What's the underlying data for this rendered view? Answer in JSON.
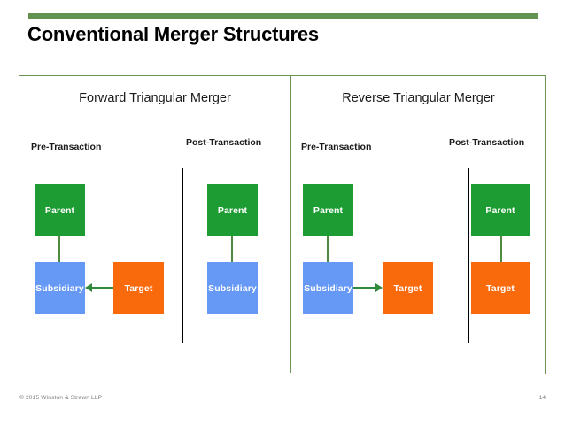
{
  "slide": {
    "title": "Conventional Merger Structures",
    "accent_color": "#639150",
    "frame_border_color": "#6b9455"
  },
  "palette": {
    "parent": "#1e9c34",
    "subsidiary": "#6698f5",
    "target": "#f96a0d",
    "connector": "#2f8a3c"
  },
  "panels": [
    {
      "title": "Forward Triangular Merger",
      "sections": [
        {
          "label": "Pre-Transaction",
          "nodes": [
            {
              "label": "Parent",
              "color": "green"
            },
            {
              "label": "Subsidiary",
              "color": "blue"
            },
            {
              "label": "Target",
              "color": "orange"
            }
          ],
          "arrow_direction": "left"
        },
        {
          "label": "Post-Transaction",
          "nodes": [
            {
              "label": "Parent",
              "color": "green"
            },
            {
              "label": "Subsidiary",
              "color": "blue"
            }
          ],
          "arrow_direction": "none"
        }
      ]
    },
    {
      "title": "Reverse Triangular Merger",
      "sections": [
        {
          "label": "Pre-Transaction",
          "nodes": [
            {
              "label": "Parent",
              "color": "green"
            },
            {
              "label": "Subsidiary",
              "color": "blue"
            },
            {
              "label": "Target",
              "color": "orange"
            }
          ],
          "arrow_direction": "right"
        },
        {
          "label": "Post-Transaction",
          "nodes": [
            {
              "label": "Parent",
              "color": "green"
            },
            {
              "label": "Target",
              "color": "orange"
            }
          ],
          "arrow_direction": "none"
        }
      ]
    }
  ],
  "footer": {
    "copyright": "© 2015 Winston & Strawn LLP",
    "page_number": "14"
  }
}
